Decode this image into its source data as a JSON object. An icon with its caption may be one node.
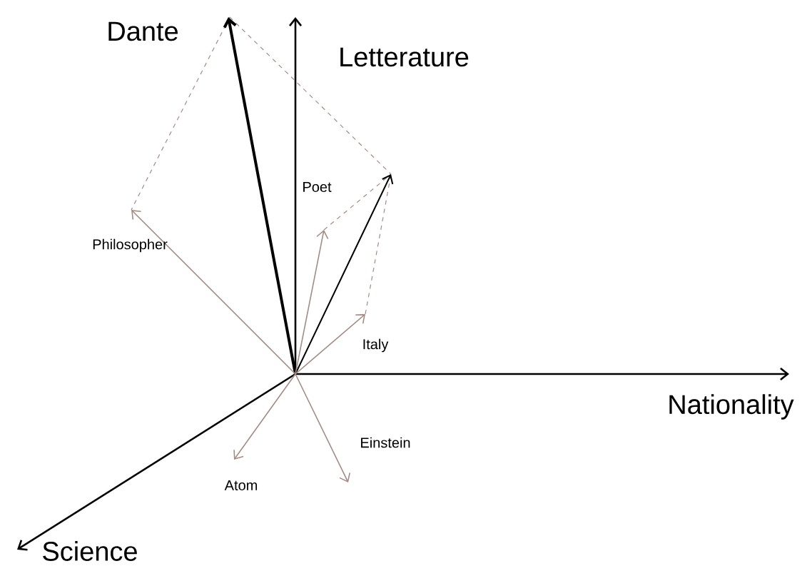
{
  "diagram": {
    "labels": [
      "Dante",
      "Letterature",
      "Poet",
      "Philosopher",
      "Italy",
      "Nationality",
      "Einstein",
      "Atom",
      "Science"
    ]
  }
}
